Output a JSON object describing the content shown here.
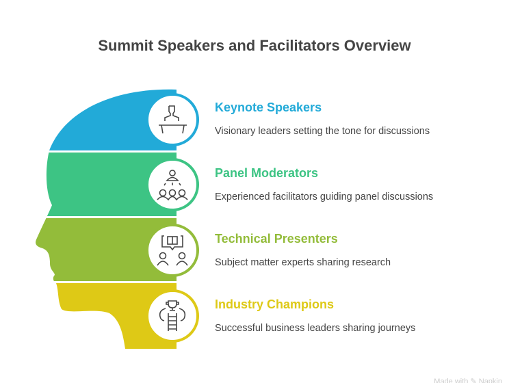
{
  "title": "Summit Speakers and Facilitators Overview",
  "items": [
    {
      "heading": "Keynote Speakers",
      "description": "Visionary leaders setting the tone for discussions",
      "color": "#22AAD8",
      "icon": "podium-speaker-icon"
    },
    {
      "heading": "Panel Moderators",
      "description": "Experienced facilitators guiding panel discussions",
      "color": "#3DC484",
      "icon": "moderator-group-icon"
    },
    {
      "heading": "Technical Presenters",
      "description": "Subject matter experts sharing research",
      "color": "#93BC3A",
      "icon": "presenters-book-icon"
    },
    {
      "heading": "Industry Champions",
      "description": "Successful business leaders sharing journeys",
      "color": "#DEC916",
      "icon": "trophy-ladder-icon"
    }
  ],
  "footer": "Made with ✎ Napkin"
}
